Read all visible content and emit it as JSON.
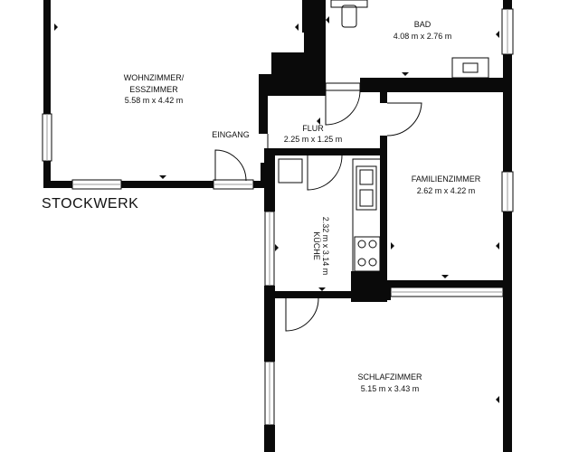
{
  "plan_title": "STOCKWERK",
  "rooms": {
    "wohnzimmer": {
      "name_line1": "WOHNZIMMER/",
      "name_line2": "ESSZIMMER",
      "dims": "5.58 m x 4.42 m"
    },
    "bad": {
      "name": "BAD",
      "dims": "4.08 m x 2.76 m"
    },
    "flur": {
      "name": "FLUR",
      "dims": "2.25 m x 1.25 m"
    },
    "eingang": {
      "name": "EINGANG"
    },
    "familienzimmer": {
      "name": "FAMILIENZIMMER",
      "dims": "2.62 m x 4.22 m"
    },
    "kueche": {
      "name": "KÜCHE",
      "dims": "2.32 m x 3.14 m"
    },
    "schlafzimmer": {
      "name": "SCHLAFZIMMER",
      "dims": "5.15 m x 3.43 m"
    }
  }
}
